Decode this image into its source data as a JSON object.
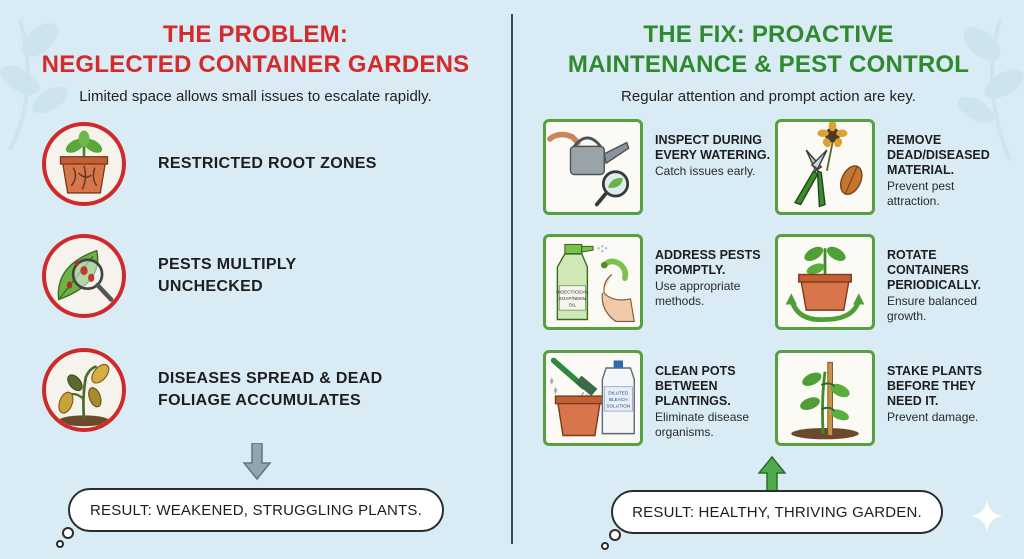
{
  "left": {
    "title_line1": "THE PROBLEM:",
    "title_line2": "NEGLECTED CONTAINER GARDENS",
    "subtitle": "Limited space allows small issues to escalate rapidly.",
    "problems": [
      {
        "label": "RESTRICTED ROOT ZONES",
        "icon": "rootbound-pot-icon"
      },
      {
        "label_line1": "PESTS MULTIPLY",
        "label_line2": "UNCHECKED",
        "icon": "pest-leaf-magnifier-icon"
      },
      {
        "label_line1": "DISEASES SPREAD & DEAD",
        "label_line2": "FOLIAGE ACCUMULATES",
        "icon": "wilted-plant-icon"
      }
    ],
    "result": "RESULT: WEAKENED, STRUGGLING PLANTS."
  },
  "right": {
    "title_line1": "THE FIX: PROACTIVE",
    "title_line2": "MAINTENANCE & PEST CONTROL",
    "subtitle": "Regular attention and prompt action are key.",
    "fixes": [
      {
        "head": "INSPECT DURING EVERY WATERING.",
        "desc": "Catch issues early.",
        "icon": "watering-can-icon"
      },
      {
        "head": "REMOVE DEAD/DISEASED MATERIAL.",
        "desc": "Prevent pest attraction.",
        "icon": "pruning-shears-icon"
      },
      {
        "head": "ADDRESS PESTS PROMPTLY.",
        "desc": "Use appropriate methods.",
        "icon": "spray-bottle-icon",
        "bottle_label_1": "INSECTICIDAL",
        "bottle_label_2": "SOAP/NEEM",
        "bottle_label_3": "OIL"
      },
      {
        "head": "ROTATE CONTAINERS PERIODICALLY.",
        "desc": "Ensure balanced growth.",
        "icon": "rotate-pot-icon"
      },
      {
        "head": "CLEAN POTS BETWEEN PLANTINGS.",
        "desc": "Eliminate disease organisms.",
        "icon": "pot-brush-bleach-icon",
        "jug_label_1": "DILUTED",
        "jug_label_2": "BLEACH",
        "jug_label_3": "SOLUTION"
      },
      {
        "head": "STAKE PLANTS BEFORE THEY NEED IT.",
        "desc": "Prevent damage.",
        "icon": "staked-plant-icon"
      }
    ],
    "result": "RESULT: HEALTHY, THRIVING GARDEN."
  },
  "colors": {
    "background": "#d9ebf4",
    "problem_red": "#d42a2a",
    "fix_green": "#2f8a2f",
    "card_border_green": "#56a040",
    "down_arrow": "#7f9aa6",
    "up_arrow": "#3f9a3f"
  }
}
